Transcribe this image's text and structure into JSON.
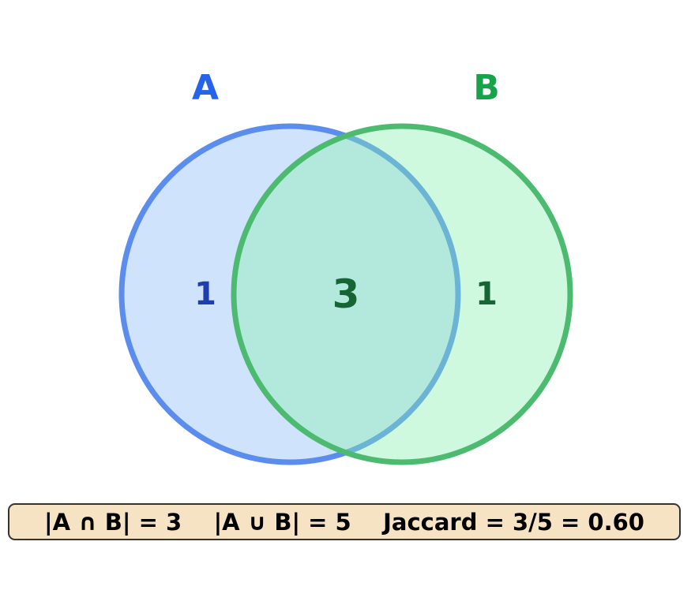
{
  "sets": {
    "a": {
      "label": "A",
      "only_count": "1",
      "color": "#2563eb"
    },
    "b": {
      "label": "B",
      "only_count": "1",
      "color": "#16a34a"
    }
  },
  "intersection_count": "3",
  "summary": {
    "intersection": "|A ∩ B| = 3",
    "union": "|A ∪ B| = 5",
    "jaccard": "Jaccard = 3/5 = 0.60"
  }
}
